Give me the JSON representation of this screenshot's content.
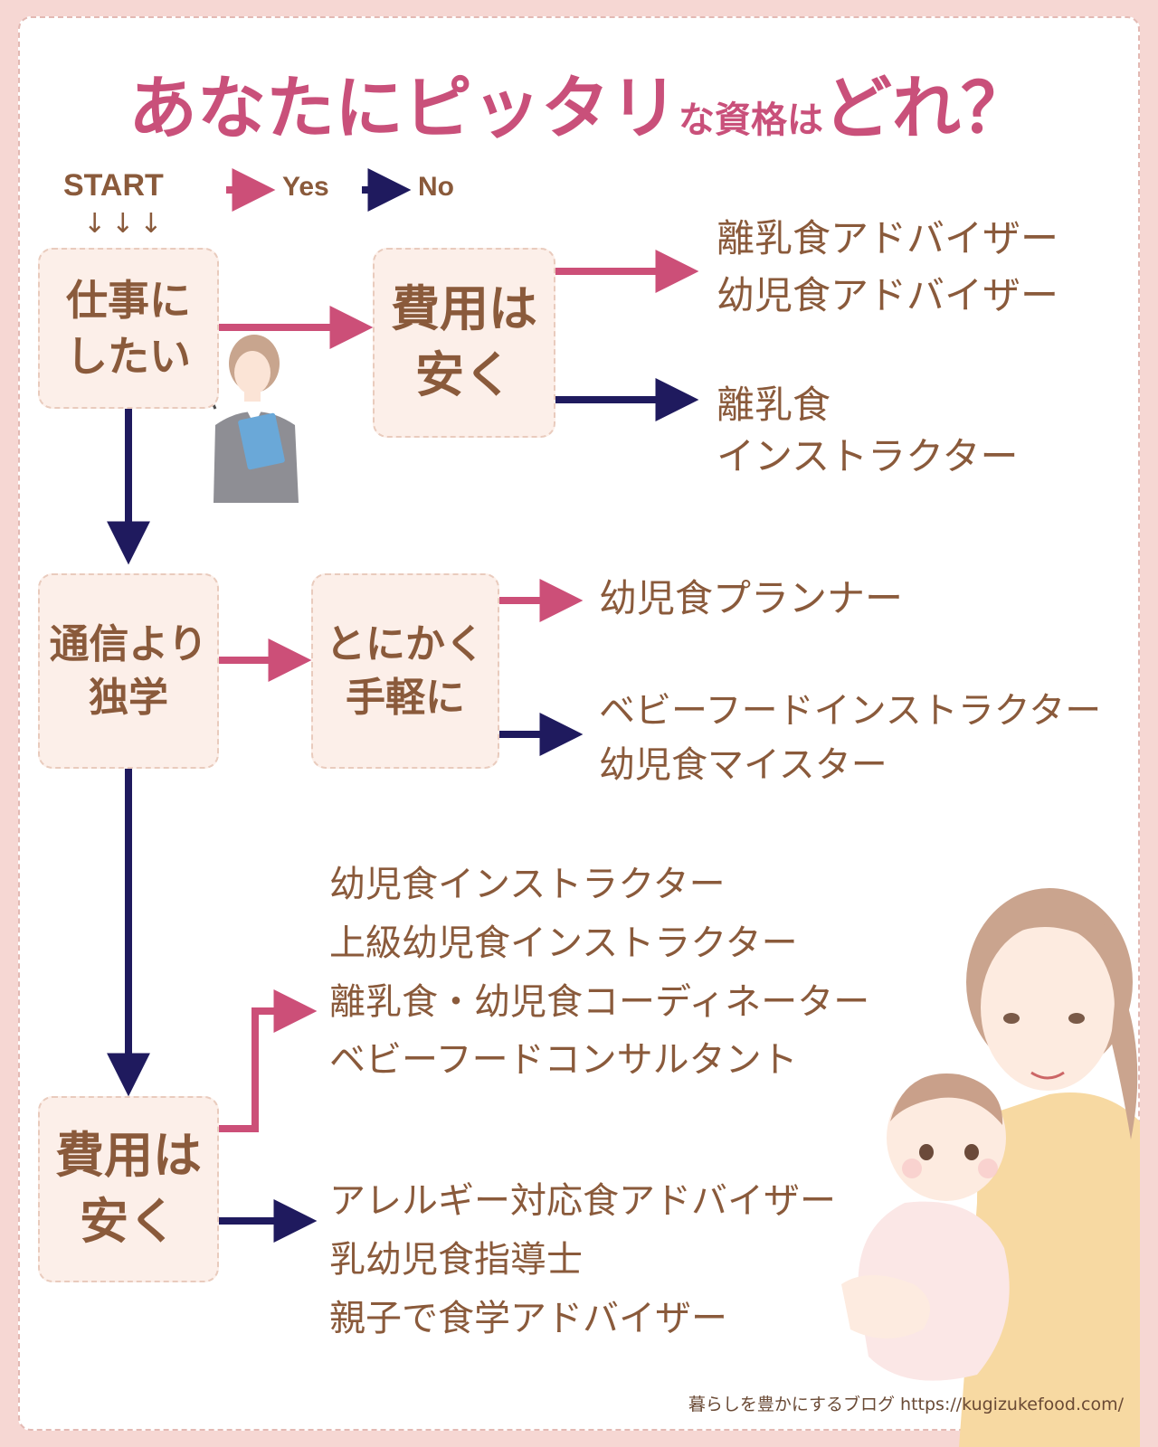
{
  "title": {
    "part1": "あなたにピッタリ",
    "part2": "な資格は",
    "part3": "どれ？"
  },
  "legend": {
    "start": "START",
    "start_arrows": "↓↓↓",
    "yes": "Yes",
    "no": "No",
    "yes_color": "#cc4f78",
    "no_color": "#1f1a5e"
  },
  "questions": {
    "q1": "仕事に\nしたい",
    "q2": "費用は\n安く",
    "q3": "通信より\n独学",
    "q4": "とにかく\n手軽に",
    "q5": "費用は\n安く"
  },
  "results": {
    "r1": [
      "離乳食アドバイザー",
      "幼児食アドバイザー"
    ],
    "r2": [
      "離乳食",
      "インストラクター"
    ],
    "r3": [
      "幼児食プランナー"
    ],
    "r4": [
      "ベビーフードインストラクター",
      "幼児食マイスター"
    ],
    "r5": [
      "幼児食インストラクター",
      "上級幼児食インストラクター",
      "離乳食・幼児食コーディネーター",
      "ベビーフードコンサルタント"
    ],
    "r6": [
      "アレルギー対応食アドバイザー",
      "乳幼児食指導士",
      "親子で食学アドバイザー"
    ]
  },
  "credit": "暮らしを豊かにするブログ https://kugizukefood.com/",
  "colors": {
    "title": "#c9507a",
    "text": "#8a5a3b",
    "box_fill": "#fcefe9",
    "background": "#f6d7d3"
  }
}
